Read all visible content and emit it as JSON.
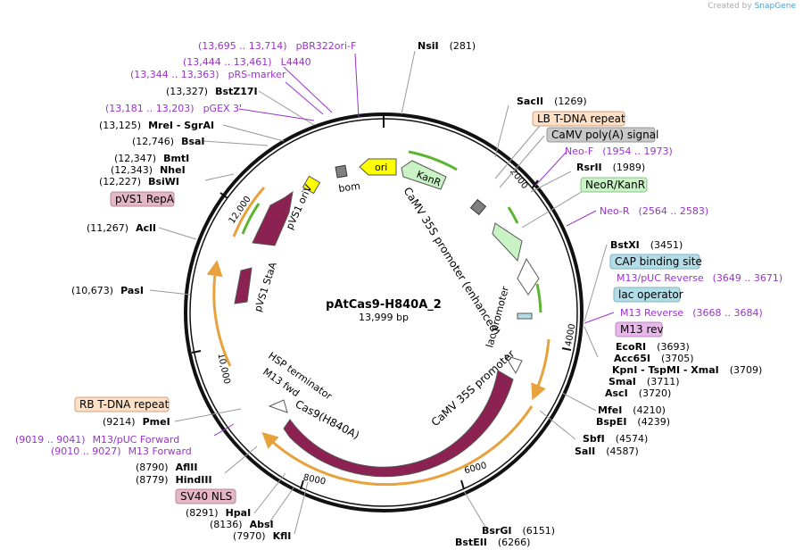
{
  "credit": {
    "prefix": "Created by",
    "brand": "SnapGene"
  },
  "plasmid": {
    "name": "pAtCas9-H840A_2",
    "size": "13,999 bp"
  },
  "ticks": [
    "2000",
    "4000",
    "6000",
    "8000",
    "10,000",
    "12,000"
  ],
  "sites": [
    {
      "name": "NsiI",
      "pos": "(281)"
    },
    {
      "name": "SacII",
      "pos": "(1269)"
    },
    {
      "name": "RsrII",
      "pos": "(1989)"
    },
    {
      "name": "BstXI",
      "pos": "(3451)"
    },
    {
      "name": "EcoRI",
      "pos": "(3693)"
    },
    {
      "name": "Acc65I",
      "pos": "(3705)"
    },
    {
      "name": "KpnI  -  TspMI  -  XmaI",
      "pos": "(3709)"
    },
    {
      "name": "SmaI",
      "pos": "(3711)"
    },
    {
      "name": "AscI",
      "pos": "(3720)"
    },
    {
      "name": "MfeI",
      "pos": "(4210)"
    },
    {
      "name": "BspEI",
      "pos": "(4239)"
    },
    {
      "name": "SbfI",
      "pos": "(4574)"
    },
    {
      "name": "SalI",
      "pos": "(4587)"
    },
    {
      "name": "BsrGI",
      "pos": "(6151)"
    },
    {
      "name": "BstEII",
      "pos": "(6266)"
    },
    {
      "name": "KflI",
      "pos": "(7970)"
    },
    {
      "name": "AbsI",
      "pos": "(8136)"
    },
    {
      "name": "HpaI",
      "pos": "(8291)"
    },
    {
      "name": "HindIII",
      "pos": "(8779)"
    },
    {
      "name": "AflII",
      "pos": "(8790)"
    },
    {
      "name": "PmeI",
      "pos": "(9214)"
    },
    {
      "name": "PasI",
      "pos": "(10,673)"
    },
    {
      "name": "AclI",
      "pos": "(11,267)"
    },
    {
      "name": "BsiWI",
      "pos": "(12,227)"
    },
    {
      "name": "NheI",
      "pos": "(12,343)"
    },
    {
      "name": "BmtI",
      "pos": "(12,347)"
    },
    {
      "name": "BsaI",
      "pos": "(12,746)"
    },
    {
      "name": "MreI  -  SgrAI",
      "pos": "(13,125)"
    },
    {
      "name": "BstZ17I",
      "pos": "(13,327)"
    }
  ],
  "primers": [
    {
      "name": "pBR322ori-F",
      "pos": "(13,695 .. 13,714)"
    },
    {
      "name": "L4440",
      "pos": "(13,444 .. 13,461)"
    },
    {
      "name": "pRS-marker",
      "pos": "(13,344 .. 13,363)"
    },
    {
      "name": "pGEX 3'",
      "pos": "(13,181 .. 13,203)"
    },
    {
      "name": "Neo-F",
      "pos": "(1954 .. 1973)"
    },
    {
      "name": "Neo-R",
      "pos": "(2564 .. 2583)"
    },
    {
      "name": "M13/pUC Reverse",
      "pos": "(3649 .. 3671)"
    },
    {
      "name": "M13 Reverse",
      "pos": "(3668 .. 3684)"
    },
    {
      "name": "M13/pUC Forward",
      "pos": "(9019 .. 9041)"
    },
    {
      "name": "M13 Forward",
      "pos": "(9010 .. 9027)"
    }
  ],
  "boxed_features": [
    {
      "name": "LB T-DNA repeat",
      "color": "#fde0c5"
    },
    {
      "name": "CaMV poly(A) signal",
      "color": "#c8c8c8"
    },
    {
      "name": "NeoR/KanR",
      "color": "#c9f2c5"
    },
    {
      "name": "CAP binding site",
      "color": "#b3dde6"
    },
    {
      "name": "lac operator",
      "color": "#b3dde6"
    },
    {
      "name": "M13 rev",
      "color": "#e9b8ea"
    },
    {
      "name": "RB T-DNA repeat",
      "color": "#fde0c5"
    },
    {
      "name": "SV40 NLS",
      "color": "#e5b7c6"
    },
    {
      "name": "pVS1 RepA",
      "color": "#e5b7c6"
    }
  ],
  "map_features": [
    "ori",
    "bom",
    "KanR",
    "CaMV 35S promoter (enhanced)",
    "pVS1 oriV",
    "pVS1 StaA",
    "lac promoter",
    "CaMV 35S promoter",
    "Cas9(H840A)",
    "HSP terminator",
    "M13 fwd"
  ],
  "colors": {
    "cds": "#8b2252",
    "ori": "#ffff00",
    "resistance": "#c9f2c5",
    "primer": "#9932cc",
    "orange": "#e8a23c",
    "green": "#5cb531"
  }
}
